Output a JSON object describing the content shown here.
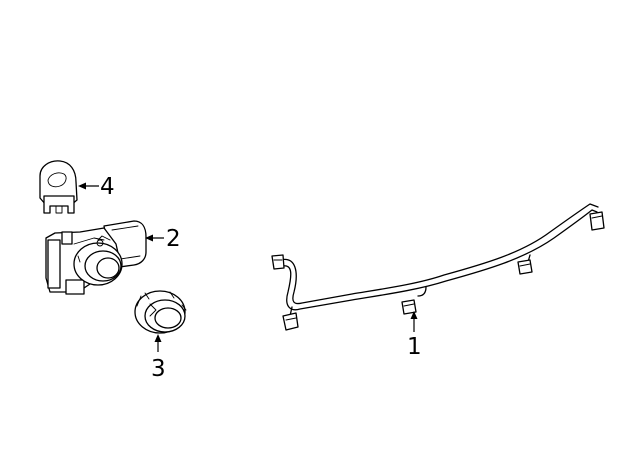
{
  "diagram": {
    "callouts": [
      {
        "id": "wire-harness",
        "label": "1"
      },
      {
        "id": "park-sensor",
        "label": "2"
      },
      {
        "id": "sensor-retainer",
        "label": "3"
      },
      {
        "id": "sensor-bezel",
        "label": "4"
      }
    ],
    "line_color": "#000000",
    "background": "#ffffff"
  }
}
